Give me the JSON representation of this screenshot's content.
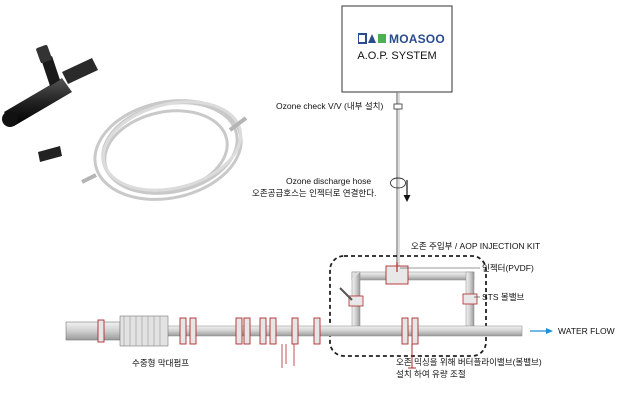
{
  "brand": {
    "name": "MOASOO",
    "system": "A.O.P. SYSTEM",
    "logo_color": "#2b4b8f"
  },
  "labels": {
    "check_valve": "Ozone check V/V (내부 설치)",
    "discharge_hose_en": "Ozone discharge hose",
    "discharge_hose_kr": "오존공급호스는 인젝터로 연결한다.",
    "injection_kit": "오존 주입부 / AOP INJECTION KIT",
    "injector": "인젝터(PVDF)",
    "ball_valve": "STS 볼밸브",
    "water_flow": "WATER FLOW",
    "pump": "수중형 막대펌프",
    "butterfly_line1": "오존 믹싱을 위해 버터플라이밸브(볼밸브)",
    "butterfly_line2": "설치 하여 유량 조절"
  },
  "colors": {
    "pipe": "#cfcfcf",
    "flange": "#b22a2a",
    "flow_arrow": "#1f8fd6",
    "kit_border": "#222222"
  }
}
